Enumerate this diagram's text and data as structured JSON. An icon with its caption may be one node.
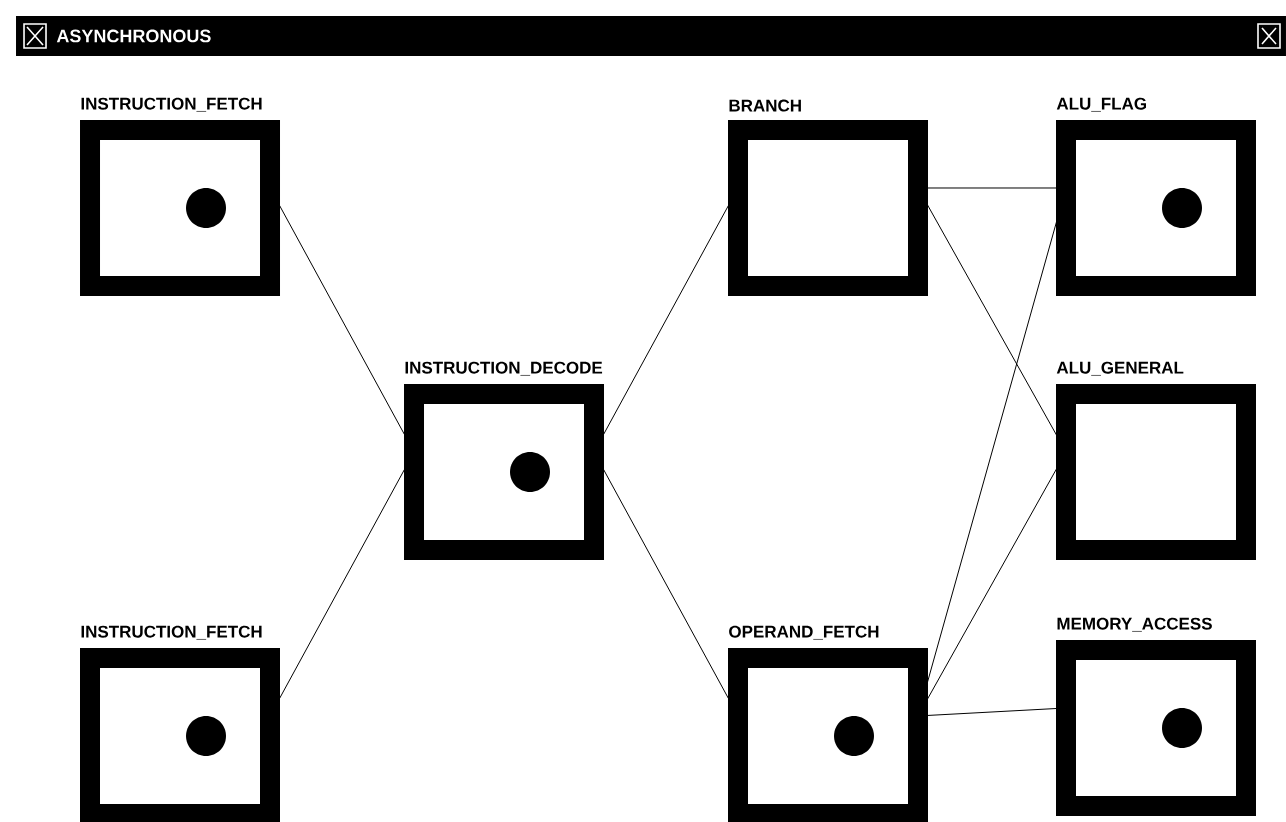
{
  "diagram": {
    "title": "ASYNCHRONOUS",
    "nodes": [
      {
        "text": [
          "INSTRUCTION_FETCH"
        ]
      },
      {
        "text": [
          "INSTRUCTION_FETCH"
        ]
      },
      {
        "text": [
          "INSTRUCTION_DECODE"
        ]
      },
      {
        "text": [
          "BRANCH"
        ]
      },
      {
        "text": [
          "OPERAND_FETCH"
        ]
      },
      {
        "text": [
          "ALU_FLAG"
        ]
      },
      {
        "text": [
          "ALU_GENERAL"
        ]
      },
      {
        "text": [
          "MEMORY_ACCESS"
        ]
      },
      {
        "text": [],
        "shape": "circle",
        "in": 0
      },
      {
        "text": [],
        "shape": "circle",
        "in": 1
      },
      {
        "text": [],
        "shape": "circle",
        "in": 2
      },
      {
        "text": [],
        "shape": "circle",
        "in": 4
      },
      {
        "text": [],
        "shape": "circle",
        "in": 5
      },
      {
        "text": [],
        "shape": "circle",
        "in": 7
      }
    ],
    "edges": [
      {
        "from": 0,
        "to": 2,
        "arrow": "none"
      },
      {
        "from": 1,
        "to": 2,
        "arrow": "none"
      },
      {
        "from": 2,
        "to": 3,
        "arrow": "none"
      },
      {
        "from": 2,
        "to": 4,
        "arrow": "none"
      },
      {
        "from": 3,
        "to": 5,
        "arrow": "none"
      },
      {
        "from": 3,
        "to": 6,
        "arrow": "none"
      },
      {
        "from": 4,
        "to": 5,
        "arrow": "none"
      },
      {
        "from": 4,
        "to": 6,
        "arrow": "none"
      },
      {
        "from": 4,
        "to": 7,
        "arrow": "none"
      }
    ]
  }
}
